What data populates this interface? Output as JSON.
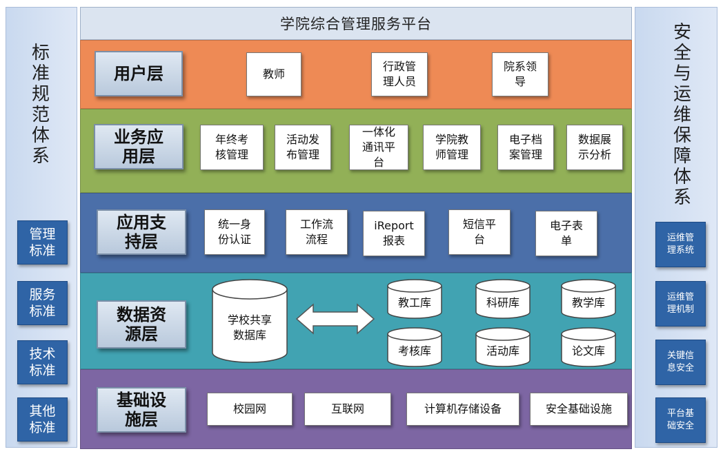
{
  "title": "学院综合管理服务平台",
  "left_panel": {
    "heading": "标准规范体系",
    "items": [
      "管理\n标准",
      "服务\n标准",
      "技术\n标准",
      "其他\n标准"
    ]
  },
  "right_panel": {
    "heading": "安全与运维保障体系",
    "items": [
      "运维管\n理系统",
      "运维管\n理机制",
      "关键信\n息安全",
      "平台基\n础安全"
    ]
  },
  "layers": {
    "user": {
      "label": "用户层",
      "items": [
        "教师",
        "行政管\n理人员",
        "院系领\n导"
      ]
    },
    "business": {
      "label": "业务应\n用层",
      "items": [
        "年终考\n核管理",
        "活动发\n布管理",
        "一体化\n通讯平\n台",
        "学院教\n师管理",
        "电子档\n案管理",
        "数据展\n示分析"
      ]
    },
    "support": {
      "label": "应用支\n持层",
      "items": [
        "统一身\n份认证",
        "工作流\n流程",
        "iReport\n报表",
        "短信平\n台",
        "电子表\n单"
      ]
    },
    "data": {
      "label": "数据资\n源层",
      "shared": "学校共享\n数据库",
      "dbs": [
        "教工库",
        "科研库",
        "教学库",
        "考核库",
        "活动库",
        "论文库"
      ]
    },
    "infra": {
      "label": "基础设\n施层",
      "items": [
        "校园网",
        "互联网",
        "计算机存储设备",
        "安全基础设施"
      ]
    }
  },
  "colors": {
    "user": "#ee8a55",
    "business": "#92b057",
    "support": "#4b6fa9",
    "data": "#41a3b2",
    "infra": "#7d66a3"
  }
}
